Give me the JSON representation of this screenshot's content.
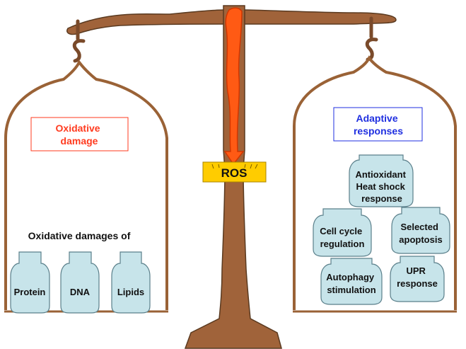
{
  "diagram": {
    "ros_label": "ROS",
    "left_pan": {
      "title_lines": [
        "Oxidative",
        "damage"
      ],
      "subtitle": "Oxidative damages of",
      "weights": [
        {
          "lines": [
            "Protein"
          ]
        },
        {
          "lines": [
            "DNA"
          ]
        },
        {
          "lines": [
            "Lipids"
          ]
        }
      ]
    },
    "right_pan": {
      "title_lines": [
        "Adaptive",
        "responses"
      ],
      "weights": [
        {
          "lines": [
            "Antioxidant",
            "Heat shock",
            "response"
          ]
        },
        {
          "lines": [
            "Cell cycle",
            "regulation"
          ]
        },
        {
          "lines": [
            "Selected",
            "apoptosis"
          ]
        },
        {
          "lines": [
            "Autophagy",
            "stimulation"
          ]
        },
        {
          "lines": [
            "UPR",
            "response"
          ]
        }
      ]
    }
  },
  "colors": {
    "wood": "#a0633a",
    "wood_outline": "#5a3a20",
    "chain": "#7a4a2a",
    "pan_outline": "#9a6236",
    "weight_fill": "#c7e4ea",
    "weight_stroke": "#5a7f8a",
    "ros_fill": "#ffcc00",
    "ros_stroke": "#a88400",
    "flame": "#ff5a14",
    "flame_dark": "#d23600",
    "damage_accent": "#ff3b1f",
    "adaptive_accent": "#1f2fe0"
  }
}
